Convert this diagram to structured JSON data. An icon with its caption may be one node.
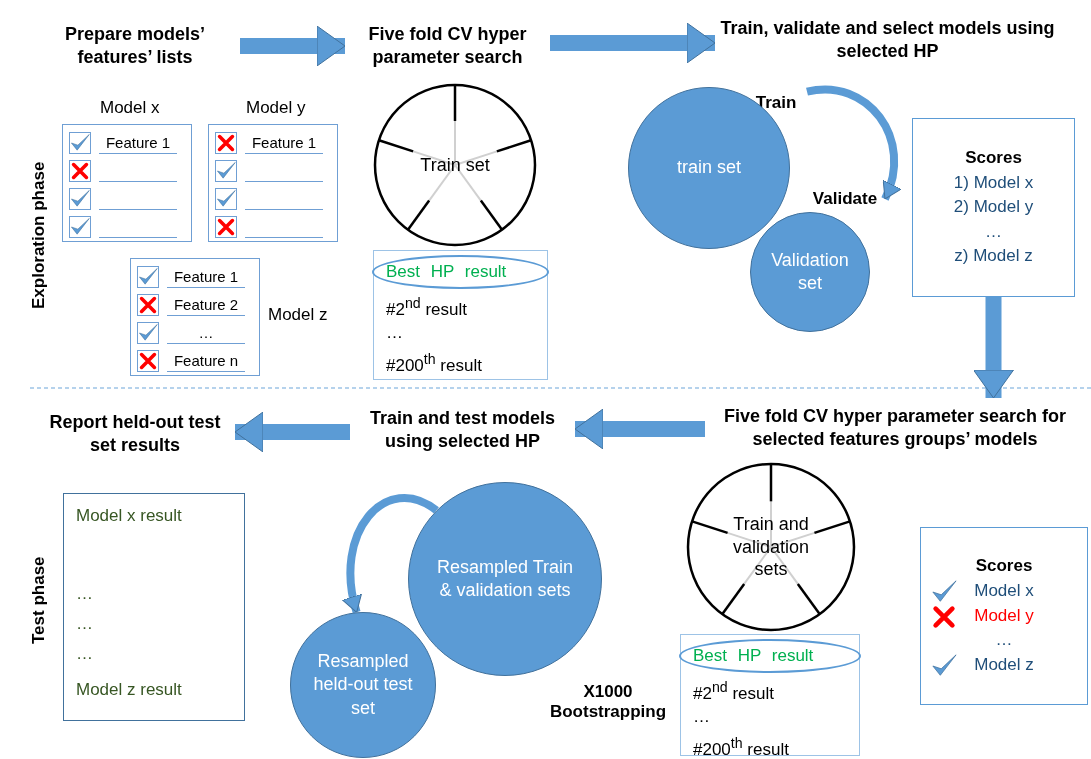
{
  "diagram": {
    "nodes": [
      {
        "text": [
          "Prepare models’ features’ lists"
        ]
      },
      {
        "text": [
          "Five fold CV hyper parameter search"
        ]
      },
      {
        "text": [
          "Train, validate and select models using selected HP"
        ]
      },
      {
        "text": [
          "Feature 1"
        ],
        "beside": [
          "Model x"
        ]
      },
      {
        "text": [
          "Feature 1"
        ],
        "beside": [
          "Model y"
        ]
      },
      {
        "text": [
          "Feature 1",
          "Feature 2",
          "…",
          "Feature n"
        ],
        "beside": [
          "Model z"
        ]
      },
      {
        "text": [
          "Train set"
        ]
      },
      {
        "text": [
          "#2$^{nd}$ result",
          "…",
          "#200$^{th}$ result"
        ]
      },
      {
        "text": [
          "Best HP result"
        ],
        "in": 7
      },
      {
        "text": [
          "Train"
        ]
      },
      {
        "text": [
          "train set"
        ]
      },
      {
        "text": [
          "Validate"
        ]
      },
      {
        "text": [
          "Validation set"
        ]
      },
      {
        "text": [
          "Scores",
          "1) Model x",
          "2) Model y",
          "…",
          "z) Model z"
        ]
      },
      {
        "text": [
          "Report held-out test set results"
        ]
      },
      {
        "text": [
          "Train and test models using selected HP"
        ]
      },
      {
        "text": [
          "Five fold CV hyper parameter search for selected features groups’ models"
        ]
      },
      {
        "text": [
          "Model x result",
          "…",
          "…",
          "…",
          "Model z result"
        ]
      },
      {
        "text": [
          "Resampled Train & validation sets"
        ]
      },
      {
        "text": [
          "Train and validation sets"
        ]
      },
      {
        "text": [
          "Scores",
          "Model x",
          "Model y",
          "…",
          "Model z"
        ]
      },
      {
        "text": [
          "Resampled held-out test set"
        ]
      },
      {
        "text": [
          "#2$^{nd}$ result",
          "…",
          "#200$^{th}$ result"
        ]
      },
      {
        "text": [
          "Best HP result"
        ],
        "in": 22
      }
    ],
    "edges": [
      {
        "from": 0,
        "to": 1,
        "arrow": "to"
      },
      {
        "from": 1,
        "to": 2,
        "arrow": "to"
      },
      {
        "from": 9,
        "to": 11,
        "arrow": "to"
      },
      {
        "from": 13,
        "to": 16,
        "arrow": "to"
      },
      {
        "from": 16,
        "to": 15,
        "arrow": "to"
      },
      {
        "from": 15,
        "to": 14,
        "arrow": "to"
      },
      {
        "from": 18,
        "to": 21,
        "arrow": "to"
      }
    ],
    "labels": [
      "Exploration phase",
      "Test phase",
      "X1000 Bootstrapping"
    ]
  }
}
